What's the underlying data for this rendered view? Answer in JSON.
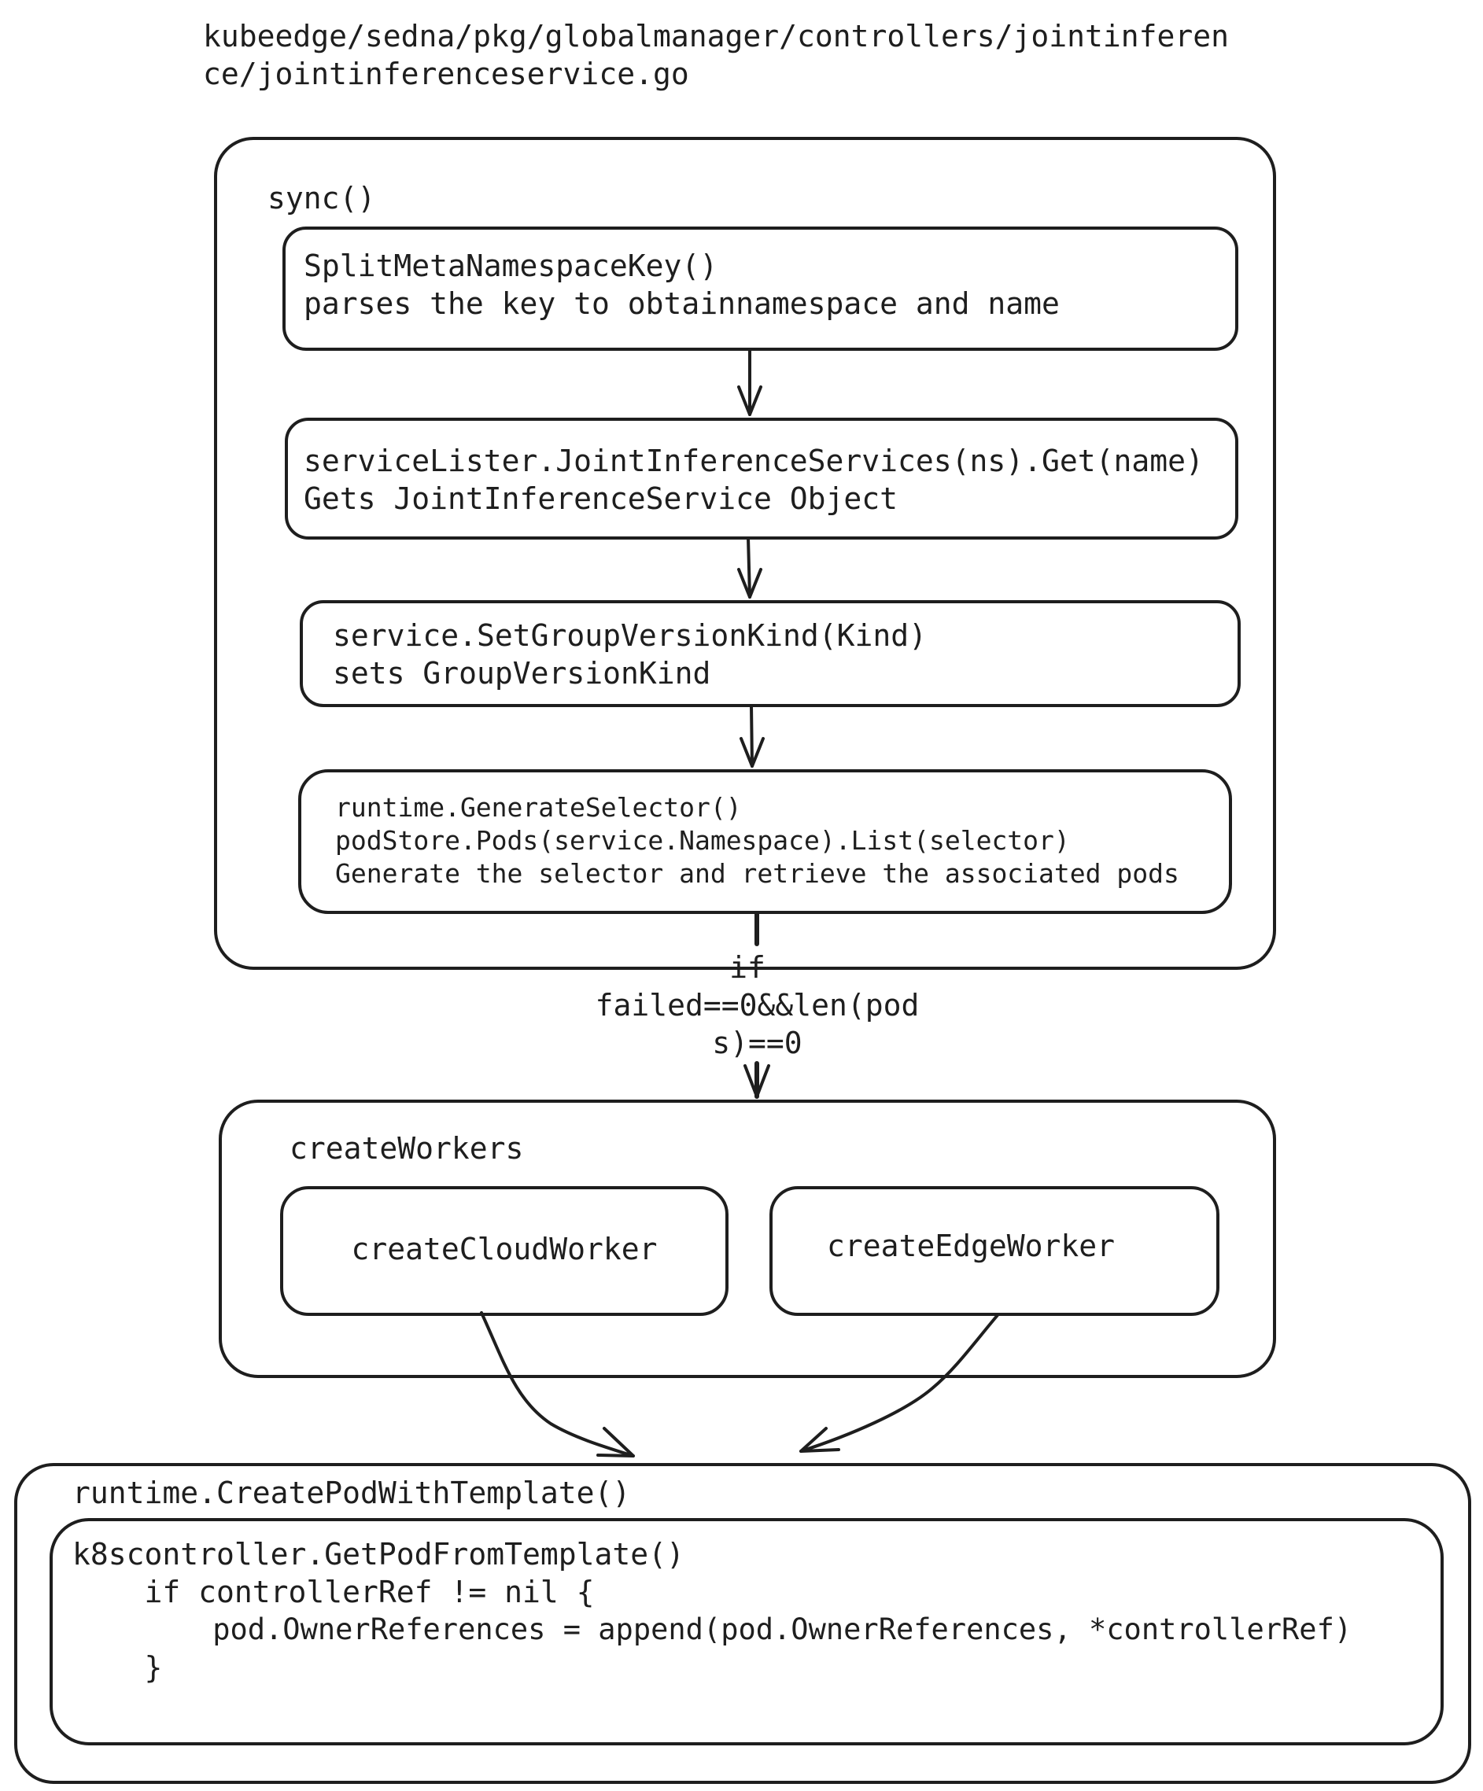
{
  "header": {
    "file_path_line1": "kubeedge/sedna/pkg/globalmanager/controllers/jointinferen",
    "file_path_line2": "ce/jointinferenceservice.go"
  },
  "sync": {
    "label": "sync()",
    "steps": [
      {
        "line1": "SplitMetaNamespaceKey()",
        "line2": "parses the key to obtainnamespace and name"
      },
      {
        "line1": "serviceLister.JointInferenceServices(ns).Get(name)",
        "line2": "Gets JointInferenceService Object"
      },
      {
        "line1": "service.SetGroupVersionKind(Kind)",
        "line2": "sets GroupVersionKind"
      },
      {
        "line1": "runtime.GenerateSelector()",
        "line2": "podStore.Pods(service.Namespace).List(selector)",
        "line3": "Generate the selector and retrieve the associated pods"
      }
    ]
  },
  "condition": {
    "line1": "if",
    "line2": "failed==0&&len(pod",
    "line3": "s)==0"
  },
  "create_workers": {
    "label": "createWorkers",
    "cloud": "createCloudWorker",
    "edge": "createEdgeWorker"
  },
  "create_pod": {
    "label": "runtime.CreatePodWithTemplate()",
    "code_line1": "k8scontroller.GetPodFromTemplate()",
    "code_line2": "    if controllerRef != nil {",
    "code_line3": "        pod.OwnerReferences = append(pod.OwnerReferences, *controllerRef)",
    "code_line4": "    }"
  },
  "colors": {
    "stroke": "#1e1e1e",
    "background": "#ffffff"
  }
}
